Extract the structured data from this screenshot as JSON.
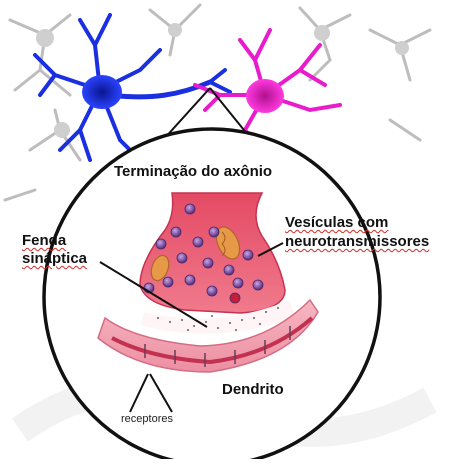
{
  "labels": {
    "axon_terminal": "Terminação do axônio",
    "synaptic_cleft_1": "Fenda",
    "synaptic_cleft_2": "sináptica",
    "vesicles_1": "Vesículas com",
    "vesicles_2": "neurotransmissores",
    "dendrite": "Dendrito",
    "receptors": "receptores"
  },
  "colors": {
    "neuron_blue": "#1a2fe0",
    "neuron_magenta": "#e81ccc",
    "neuron_gray": "#b8b8b8",
    "terminal_pink": "#e8546e",
    "vesicle_purple": "#7a4a9a",
    "mitochondria_orange": "#e08a3a",
    "dendrite_pink": "#f0a0b0",
    "circle_outline": "#111111"
  },
  "icons": [
    "neuron-illustration",
    "synapse-illustration"
  ]
}
